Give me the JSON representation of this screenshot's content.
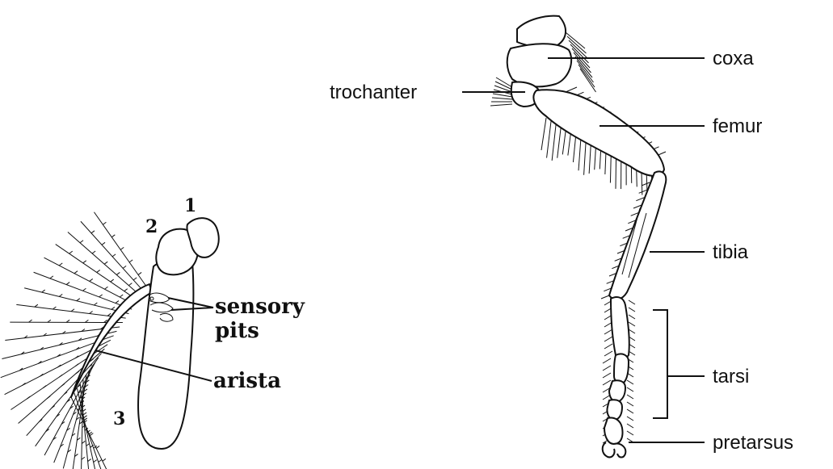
{
  "antenna": {
    "segment_1": "1",
    "segment_2": "2",
    "segment_3": "3",
    "sensory_line1": "sensory",
    "sensory_line2": "pits",
    "arista": "arista"
  },
  "leg": {
    "coxa": "coxa",
    "trochanter": "trochanter",
    "femur": "femur",
    "tibia": "tibia",
    "tarsi": "tarsi",
    "pretarsus": "pretarsus"
  }
}
